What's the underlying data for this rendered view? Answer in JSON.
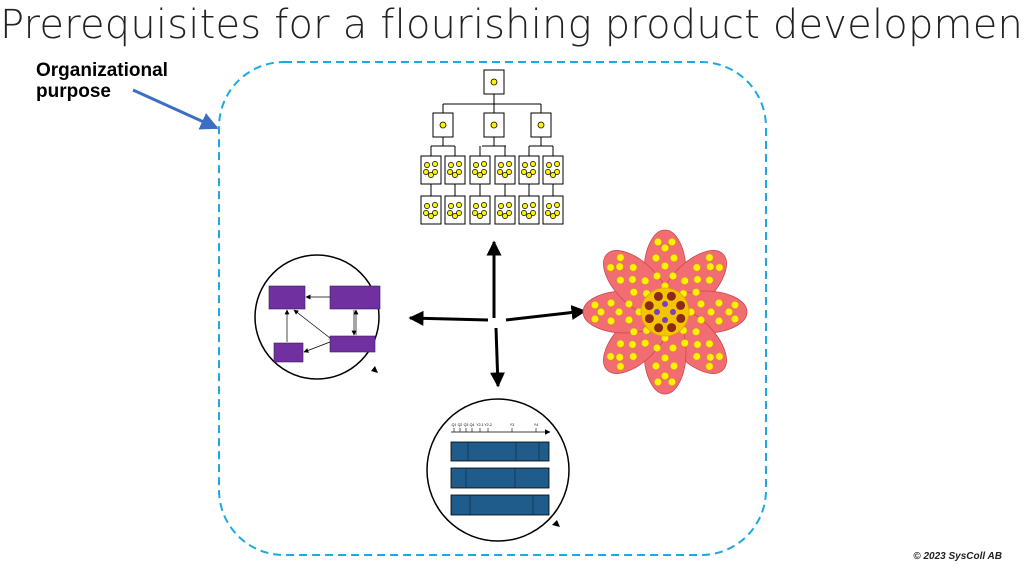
{
  "title": "Prerequisites for a flourishing product development",
  "purpose_label": [
    "Organizational",
    "purpose"
  ],
  "copyright": "© 2023 SysColl AB",
  "timeline": {
    "tick_labels": [
      "Q1",
      "Q2",
      "Q3",
      "Q4",
      "Y2-1",
      "Y2-2",
      "Y3",
      "Y4"
    ]
  },
  "colors": {
    "boundary": "#1ca9e0",
    "arrow": "#3a6fc4",
    "org_dot": "#fff200",
    "purple": "#7030a0",
    "timeline_bar": "#1f5c8b",
    "flower_petal": "#f26d72",
    "flower_center": "#f5c400"
  }
}
